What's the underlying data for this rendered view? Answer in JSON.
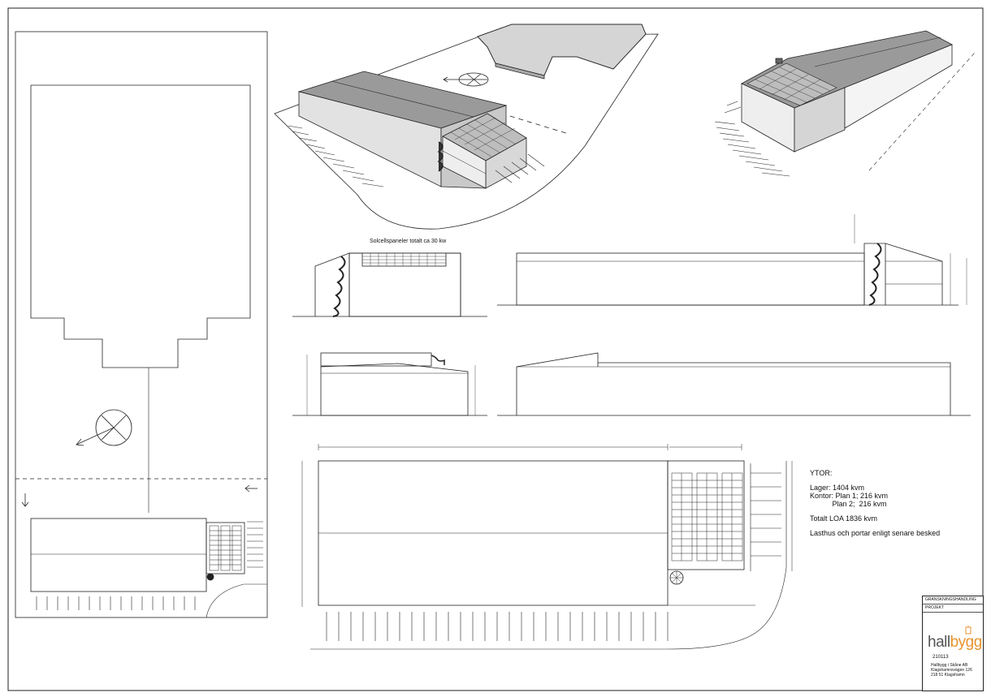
{
  "sheet": {
    "status": "GRANSKNINGSHANDLING",
    "project_label": "PROJEKT",
    "project_number": "210113",
    "company": {
      "name": "Hallbygg i Skåne AB",
      "street": "Klagshamnsvägen 126",
      "city": "218 51 Klagshamn"
    },
    "logo_part1": "hall",
    "logo_part2": "bygg"
  },
  "notes": {
    "solar": "Solcellspaneler totalt ca 30 kw",
    "areas_title": "YTOR:",
    "area_lager": "Lager: 1404 kvm",
    "area_kontor_1": "Kontor: Plan 1; 216 kvm",
    "area_kontor_2": "           Plan 2;  216 kvm",
    "area_total": "Totalt LOA 1836 kvm",
    "area_note": "Lasthus och portar enligt senare besked"
  },
  "colors": {
    "line": "#111111",
    "roof": "#9a9a9a",
    "wall_light": "#f2f2f2",
    "wall_dark": "#c8c8c8",
    "accent": "#e8922f"
  }
}
